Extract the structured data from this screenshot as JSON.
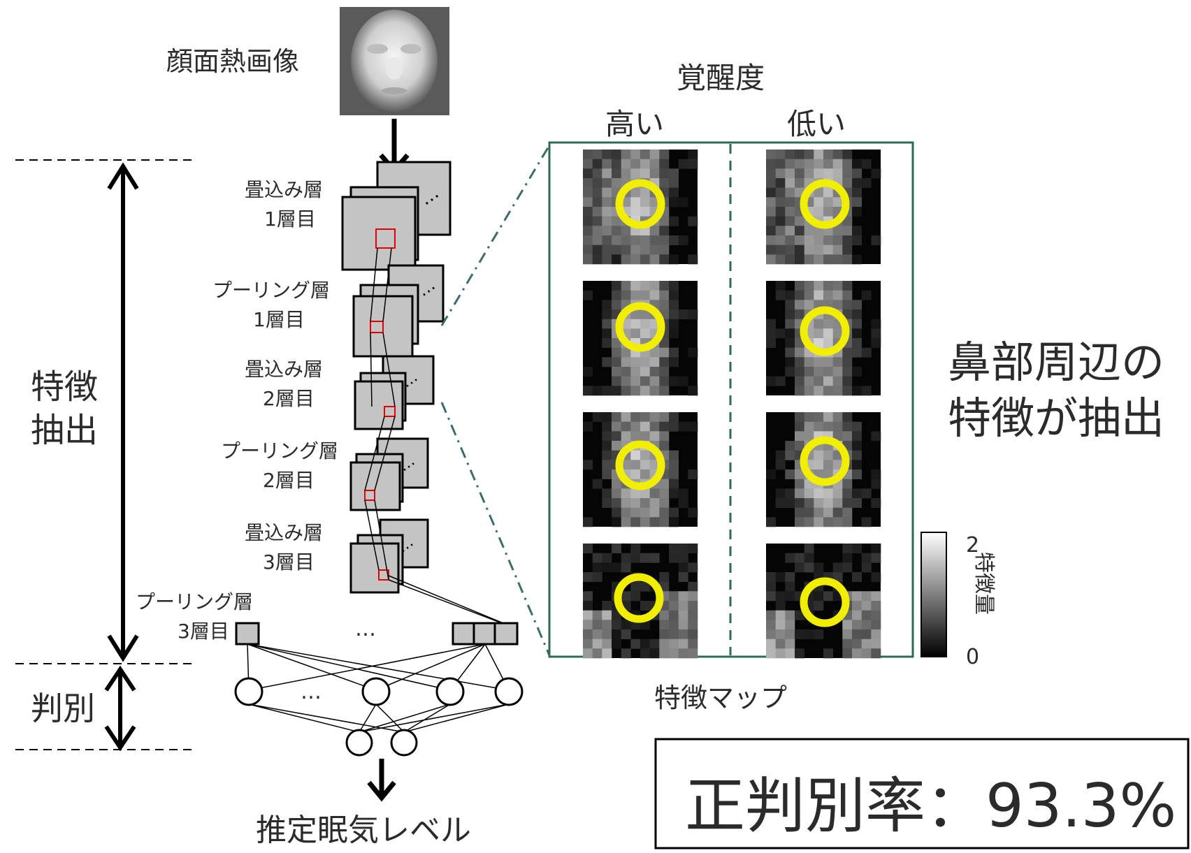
{
  "labels": {
    "input_image": "顔面熱画像",
    "alertness": "覚醒度",
    "high": "高い",
    "low": "低い",
    "feature_extraction_1": "特徴",
    "feature_extraction_2": "抽出",
    "discrimination": "判別",
    "conv1_a": "畳込み層",
    "conv1_b": "1層目",
    "pool1_a": "プーリング層",
    "pool1_b": "1層目",
    "conv2_a": "畳込み層",
    "conv2_b": "2層目",
    "pool2_a": "プーリング層",
    "pool2_b": "2層目",
    "conv3_a": "畳込み層",
    "conv3_b": "3層目",
    "pool3_a": "プーリング層",
    "pool3_b": "3層目",
    "ellipsis": "…",
    "output": "推定眠気レベル",
    "feature_map": "特徴マップ",
    "colorbar_label": "特徴量",
    "colorbar_max": "2",
    "colorbar_min": "0",
    "finding_1": "鼻部周辺の",
    "finding_2": "特徴が抽出",
    "accuracy": "正判別率：93.3%"
  },
  "colors": {
    "frame_green": "#2e6b4f",
    "dashdot": "#3d6b6b",
    "highlight_yellow": "#f2ee00",
    "receptive_field_red": "#e00000",
    "layer_gray": "#c4c4c4"
  }
}
